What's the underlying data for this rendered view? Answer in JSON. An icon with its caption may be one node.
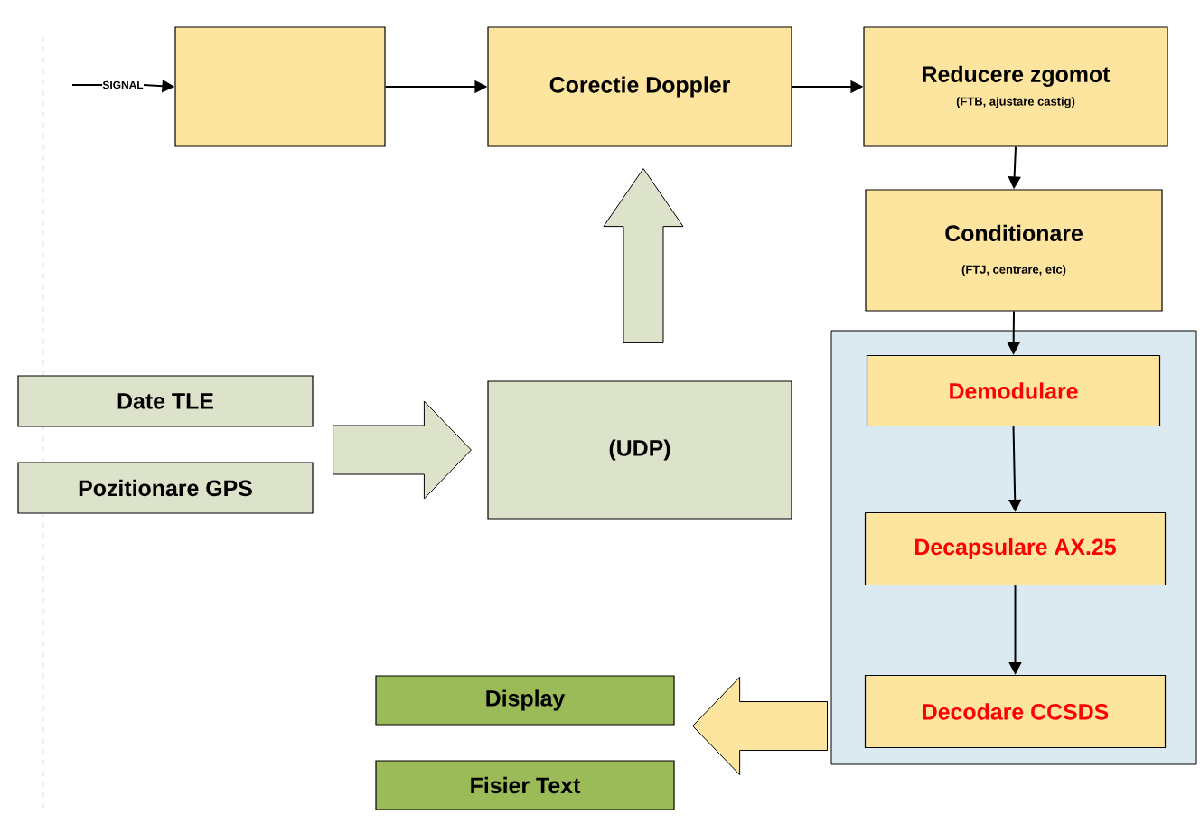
{
  "diagram": {
    "nodes": [
      {
        "text": [],
        "shape": "box"
      },
      {
        "text": [
          "Corectie Doppler"
        ]
      },
      {
        "text": [
          "Reducere zgomot",
          "(FTB, ajustare castig)"
        ]
      },
      {
        "text": [
          "Conditionare",
          "(FTJ, centrare, etc)"
        ]
      },
      {
        "text": [],
        "shape": "box"
      },
      {
        "text": [
          "Demodulare"
        ],
        "in": 4
      },
      {
        "text": [
          "Decapsulare AX.25"
        ],
        "in": 4
      },
      {
        "text": [
          "Decodare CCSDS"
        ],
        "in": 4
      },
      {
        "text": [
          "Date TLE"
        ]
      },
      {
        "text": [
          "Pozitionare GPS"
        ]
      },
      {
        "text": [
          "(UDP)"
        ]
      },
      {
        "text": [
          "Display"
        ]
      },
      {
        "text": [
          "Fisier Text"
        ]
      },
      {
        "text": [
          "SIGNAL"
        ]
      }
    ],
    "edges": [
      {
        "from": null,
        "to": 13,
        "arrow": "none"
      },
      {
        "from": 13,
        "to": 0,
        "arrow": "to"
      },
      {
        "from": 0,
        "to": 1,
        "arrow": "to"
      },
      {
        "from": 1,
        "to": 2,
        "arrow": "to"
      },
      {
        "from": 2,
        "to": 3,
        "arrow": "to"
      },
      {
        "from": 3,
        "to": 5,
        "arrow": "to"
      },
      {
        "from": 5,
        "to": 6,
        "arrow": "to"
      },
      {
        "from": 6,
        "to": 7,
        "arrow": "to"
      },
      {
        "from": 10,
        "to": 1,
        "arrow": "to",
        "style": "thick",
        "color": "#dde3cb"
      },
      {
        "from": 8,
        "to": 10,
        "arrow": "to",
        "style": "thick",
        "color": "#dde3cb"
      },
      {
        "from": 9,
        "to": 10,
        "arrow": "to",
        "style": "thick",
        "color": "#dde3cb"
      },
      {
        "from": 7,
        "to": 11,
        "arrow": "to",
        "style": "thick",
        "color": "#fde49f"
      },
      {
        "from": 7,
        "to": 12,
        "arrow": "to",
        "style": "thick",
        "color": "#fde49f"
      }
    ]
  }
}
